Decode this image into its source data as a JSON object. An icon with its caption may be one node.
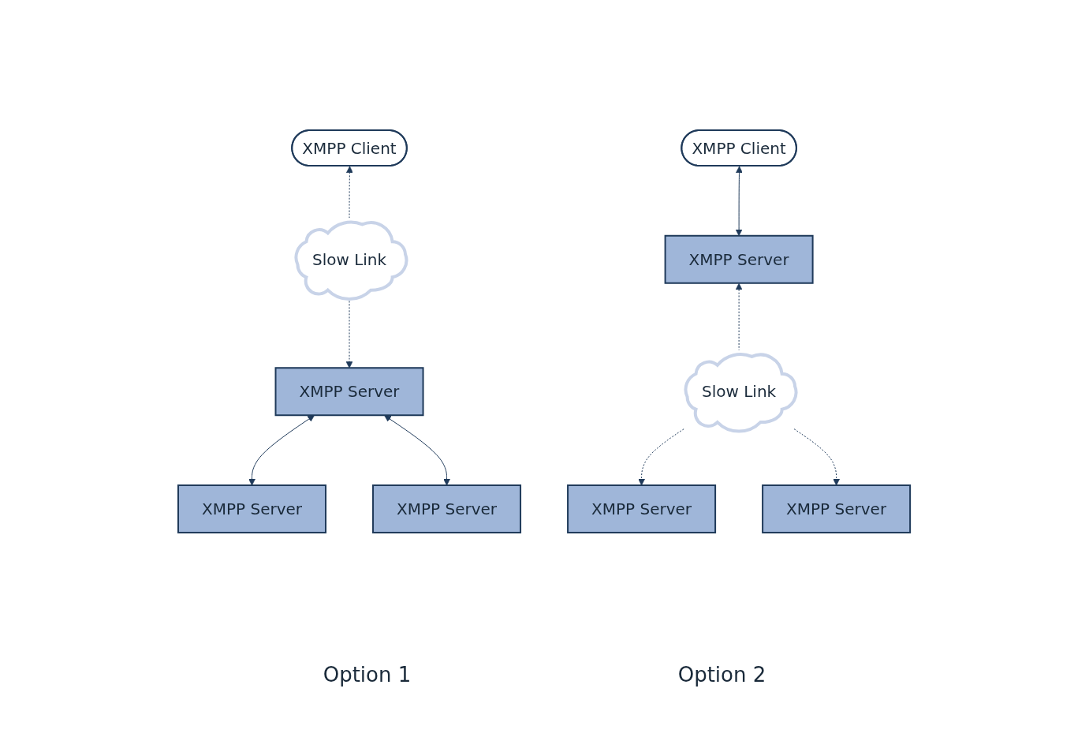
{
  "diagram": {
    "nodes": [
      {
        "text": [
          "XMPP Client"
        ]
      },
      {
        "text": [
          "Slow Link"
        ]
      },
      {
        "text": [
          "XMPP Server"
        ]
      },
      {
        "text": [
          "XMPP Server"
        ]
      },
      {
        "text": [
          "XMPP Server"
        ]
      },
      {
        "text": [
          "XMPP Client"
        ]
      },
      {
        "text": [
          "XMPP Server"
        ]
      },
      {
        "text": [
          "Slow Link"
        ]
      },
      {
        "text": [
          "XMPP Server"
        ]
      },
      {
        "text": [
          "XMPP Server"
        ]
      }
    ],
    "edges": [
      {
        "from": 1,
        "to": 0,
        "arrow": "to",
        "style": "dashed"
      },
      {
        "from": 1,
        "to": 2,
        "arrow": "to",
        "style": "dashed"
      },
      {
        "from": 2,
        "to": 3,
        "arrow": "both"
      },
      {
        "from": 2,
        "to": 4,
        "arrow": "both"
      },
      {
        "from": 5,
        "to": 6,
        "arrow": "both"
      },
      {
        "from": 7,
        "to": 6,
        "arrow": "to",
        "style": "dashed"
      },
      {
        "from": 7,
        "to": 8,
        "arrow": "to",
        "style": "dashed"
      },
      {
        "from": 7,
        "to": 9,
        "arrow": "to",
        "style": "dashed"
      }
    ],
    "labels": [
      "Option 1",
      "Option 2"
    ]
  }
}
